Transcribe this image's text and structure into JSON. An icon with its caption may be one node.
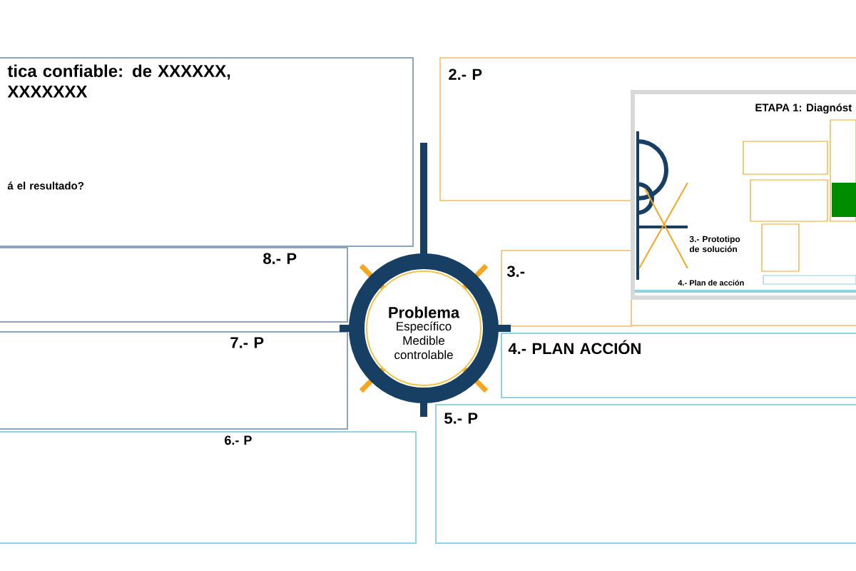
{
  "diagram": {
    "nodes": [
      {
        "text": [
          "tica confiable: de XXXXXX, XXXXXXX",
          "á el resultado?"
        ]
      },
      {
        "text": [
          "2.- P"
        ]
      },
      {
        "text": [
          "3.-"
        ]
      },
      {
        "text": [
          "4.- PLAN ACCIÓN"
        ]
      },
      {
        "text": [
          "5.- P"
        ]
      },
      {
        "text": [
          "6.- P"
        ]
      },
      {
        "text": [
          "7.- P"
        ]
      },
      {
        "text": [
          "8.- P"
        ]
      },
      {
        "text": [
          "Problema",
          "Específico Medible controlable"
        ]
      },
      {
        "text": [
          "ETAPA 1: Diagnóst",
          "3.- Prototipo de solución",
          "4.- Plan de acción"
        ]
      }
    ]
  }
}
